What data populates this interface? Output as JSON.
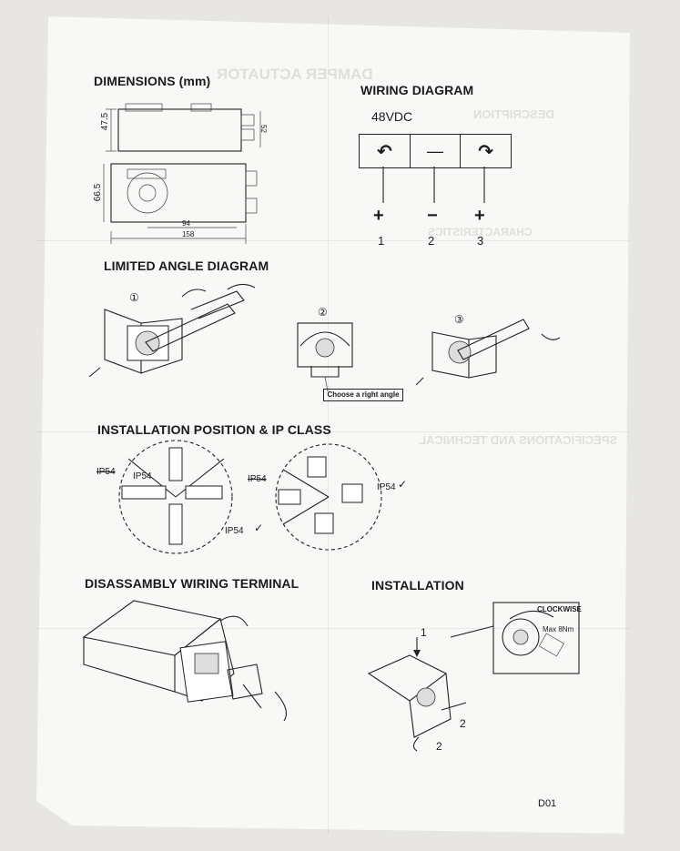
{
  "sections": {
    "dimensions": {
      "title": "DIMENSIONS (mm)",
      "dims": {
        "height_side": "47.5",
        "side_right": "52",
        "height_front": "66.5",
        "width_inner": "94",
        "width_total": "158"
      }
    },
    "wiring": {
      "title": "WIRING DIAGRAM",
      "voltage": "48VDC",
      "symbols": [
        "+",
        "−",
        "+"
      ],
      "terminals": [
        "1",
        "2",
        "3"
      ]
    },
    "limited_angle": {
      "title": "LIMITED ANGLE DIAGRAM",
      "steps": [
        "①",
        "②",
        "③"
      ],
      "caption": "Choose a right angle"
    },
    "installation_position": {
      "title": "INSTALLATION POSITION & IP CLASS",
      "labels": [
        "IP54",
        "IP54",
        "IP54",
        "IP54",
        "IP54"
      ]
    },
    "disassembly": {
      "title": "DISASSAMBLY WIRING TERMINAL"
    },
    "installation": {
      "title": "INSTALLATION",
      "clockwise": "CLOCKWISE",
      "torque": "Max 8Nm",
      "step_labels": [
        "1",
        "2",
        "2"
      ]
    }
  },
  "footer": {
    "code": "D01"
  },
  "mirrored_bleed_through": {
    "title": "DAMPER ACTUATOR",
    "description": "DESCRIPTION",
    "characteristics": "CHARACTERISTICS",
    "specs": "SPECIFICATIONS AND TECHNICAL"
  },
  "colors": {
    "paper": "#f8f8f6",
    "background": "#e7e6e2",
    "ink": "#1b1b1b"
  }
}
